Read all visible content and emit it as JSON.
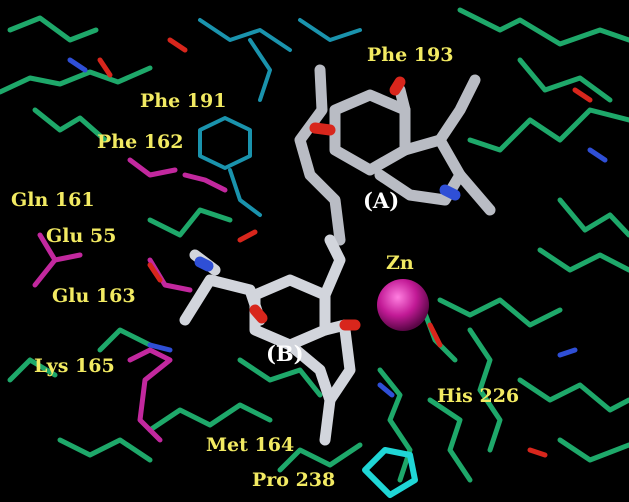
{
  "colors": {
    "background": "#000000",
    "residue_label": "#f2ea62",
    "ligand_label": "#ffffff",
    "carbon_protein": "#1ea86a",
    "carbon_highlight": "#c2289e",
    "carbon_secondary": "#1a93ad",
    "carbon_ligand": "#b9bcc4",
    "oxygen": "#d8261c",
    "nitrogen": "#2f4fd6",
    "zinc": "#c21a96"
  },
  "labels": {
    "phe193": "Phe 193",
    "phe191": "Phe 191",
    "phe162": "Phe 162",
    "gln161": "Gln 161",
    "glu55": "Glu 55",
    "glu163": "Glu 163",
    "lys165": "Lys 165",
    "met164": "Met 164",
    "pro238": "Pro 238",
    "his226": "His 226",
    "zn": "Zn",
    "ligand_a": "(A)",
    "ligand_b": "(B)"
  }
}
